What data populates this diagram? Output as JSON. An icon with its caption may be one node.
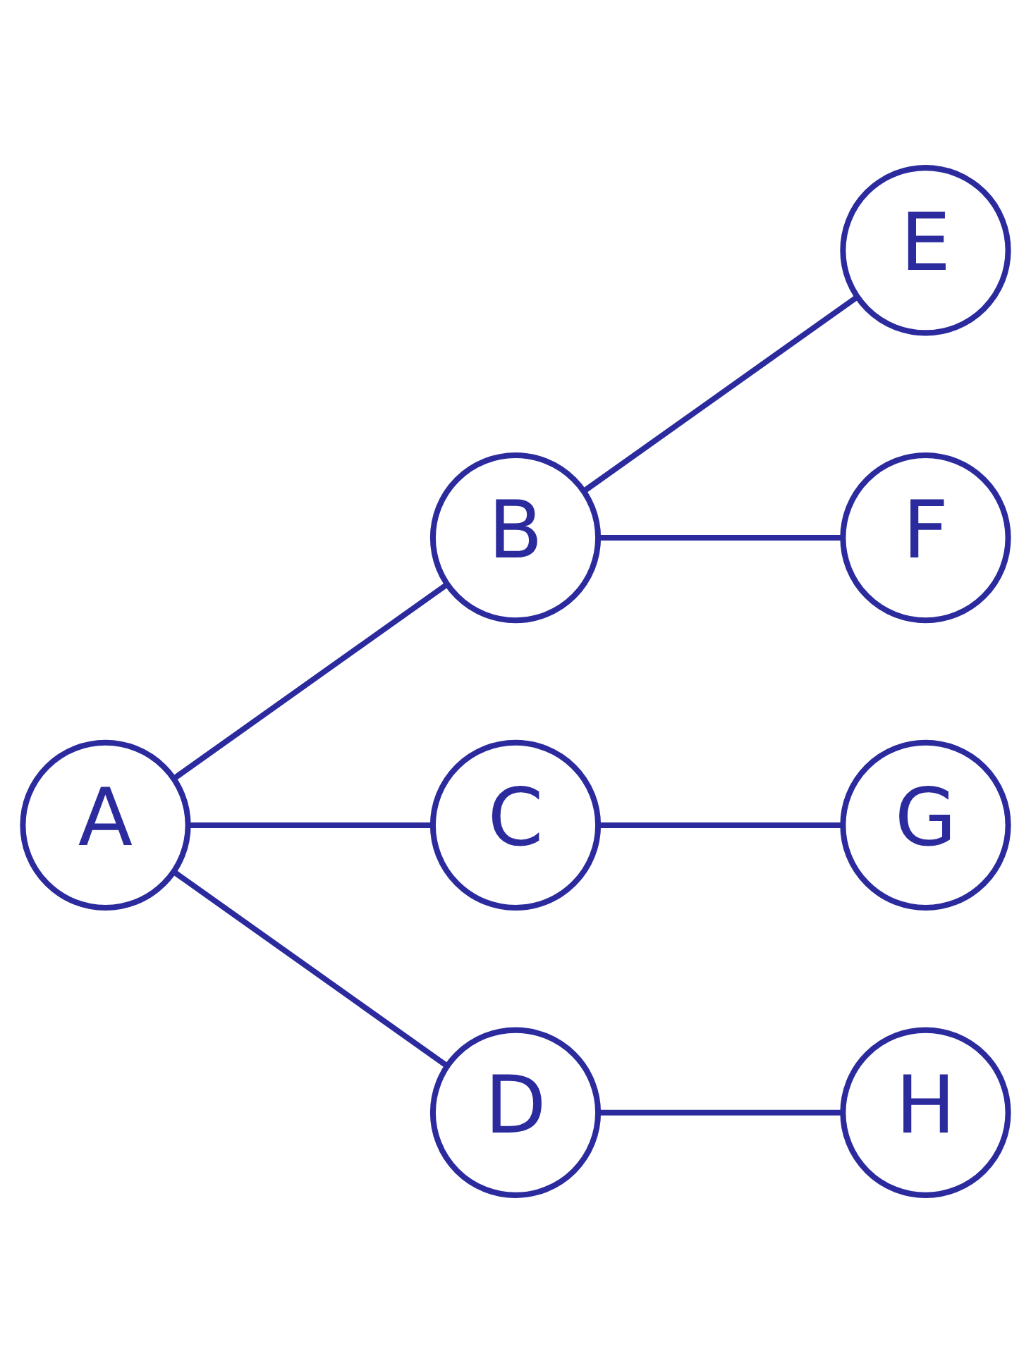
{
  "diagram": {
    "nodes": [
      {
        "text": [
          "A"
        ]
      },
      {
        "text": [
          "B"
        ]
      },
      {
        "text": [
          "C"
        ]
      },
      {
        "text": [
          "D"
        ]
      },
      {
        "text": [
          "E"
        ]
      },
      {
        "text": [
          "F"
        ]
      },
      {
        "text": [
          "G"
        ]
      },
      {
        "text": [
          "H"
        ]
      }
    ],
    "edges": [
      {
        "from": 0,
        "to": 1,
        "arrow": "none"
      },
      {
        "from": 0,
        "to": 2,
        "arrow": "none"
      },
      {
        "from": 0,
        "to": 3,
        "arrow": "none"
      },
      {
        "from": 1,
        "to": 4,
        "arrow": "none"
      },
      {
        "from": 1,
        "to": 5,
        "arrow": "none"
      },
      {
        "from": 2,
        "to": 6,
        "arrow": "none"
      },
      {
        "from": 3,
        "to": 7,
        "arrow": "none"
      }
    ]
  }
}
